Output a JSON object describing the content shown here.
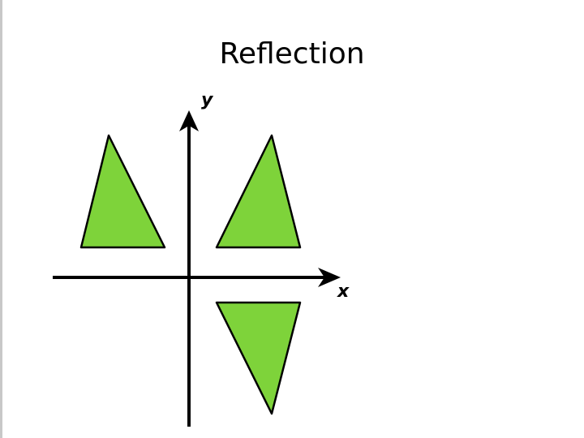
{
  "slide": {
    "title": "Reflection"
  },
  "axes": {
    "x_label": "x",
    "y_label": "y"
  },
  "colors": {
    "triangle_fill": "#7ed33a",
    "stroke": "#000000",
    "background": "#ffffff"
  },
  "shapes": [
    {
      "name": "original-triangle",
      "description_tag": "upper-left"
    },
    {
      "name": "reflected-triangle-y-axis",
      "description_tag": "upper-right"
    },
    {
      "name": "reflected-triangle-x-axis",
      "description_tag": "lower-right"
    }
  ]
}
